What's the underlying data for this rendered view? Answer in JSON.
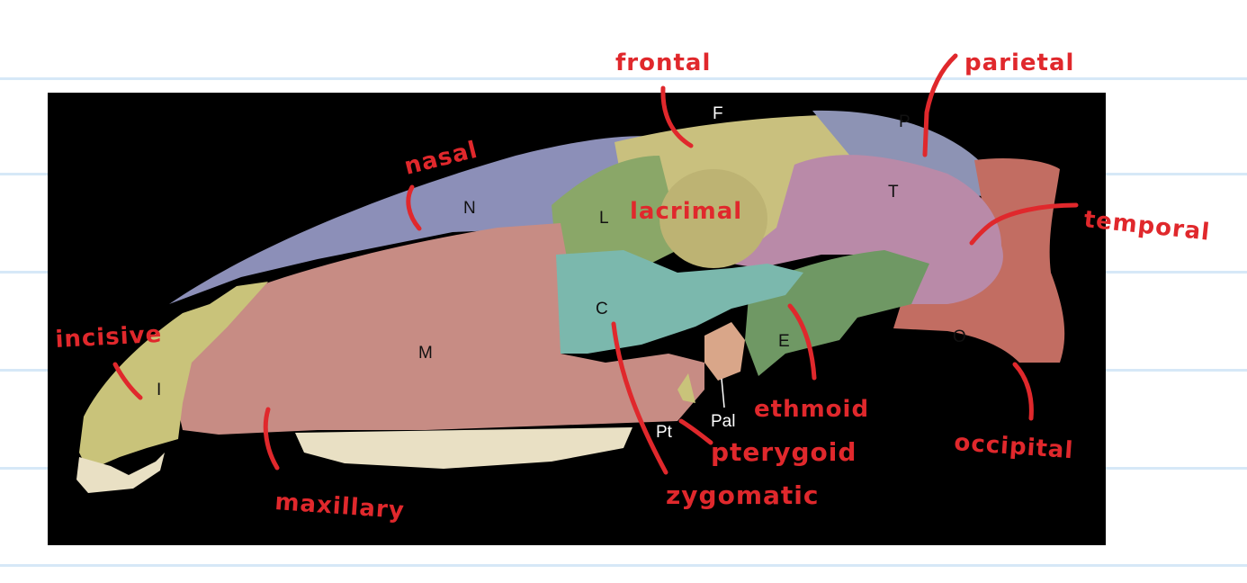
{
  "figure": {
    "bone_letters": {
      "frontal": "F",
      "parietal": "P",
      "nasal": "N",
      "temporal": "T",
      "lacrimal": "L",
      "zygomatic": "C",
      "maxillary": "M",
      "occipital": "O",
      "ethmoid": "E",
      "incisive": "I",
      "palatine": "Pal",
      "pterygoid": "Pt"
    },
    "bone_colors": {
      "nasal": "#8c8fb8",
      "frontal": "#c9c07e",
      "parietal": "#8d93b4",
      "temporal": "#b98aa8",
      "lacrimal": "#8aa768",
      "zygomatic": "#7bb8ad",
      "maxillary": "#c78c84",
      "incisive": "#c9c37a",
      "ethmoid": "#6f9864",
      "occipital": "#c26d62",
      "teeth": "#e9e0c4"
    }
  },
  "annotations": {
    "frontal": "frontal",
    "parietal": "parietal",
    "nasal": "nasal",
    "temporal": "temporal",
    "lacrimal": "lacrimal",
    "incisive": "incisive",
    "zygomatic": "zygomatic",
    "ethmoid": "ethmoid",
    "pterygoid": "pterygoid",
    "occipital": "occipital",
    "maxillary": "maxillary",
    "ink_color": "#e0282c"
  }
}
